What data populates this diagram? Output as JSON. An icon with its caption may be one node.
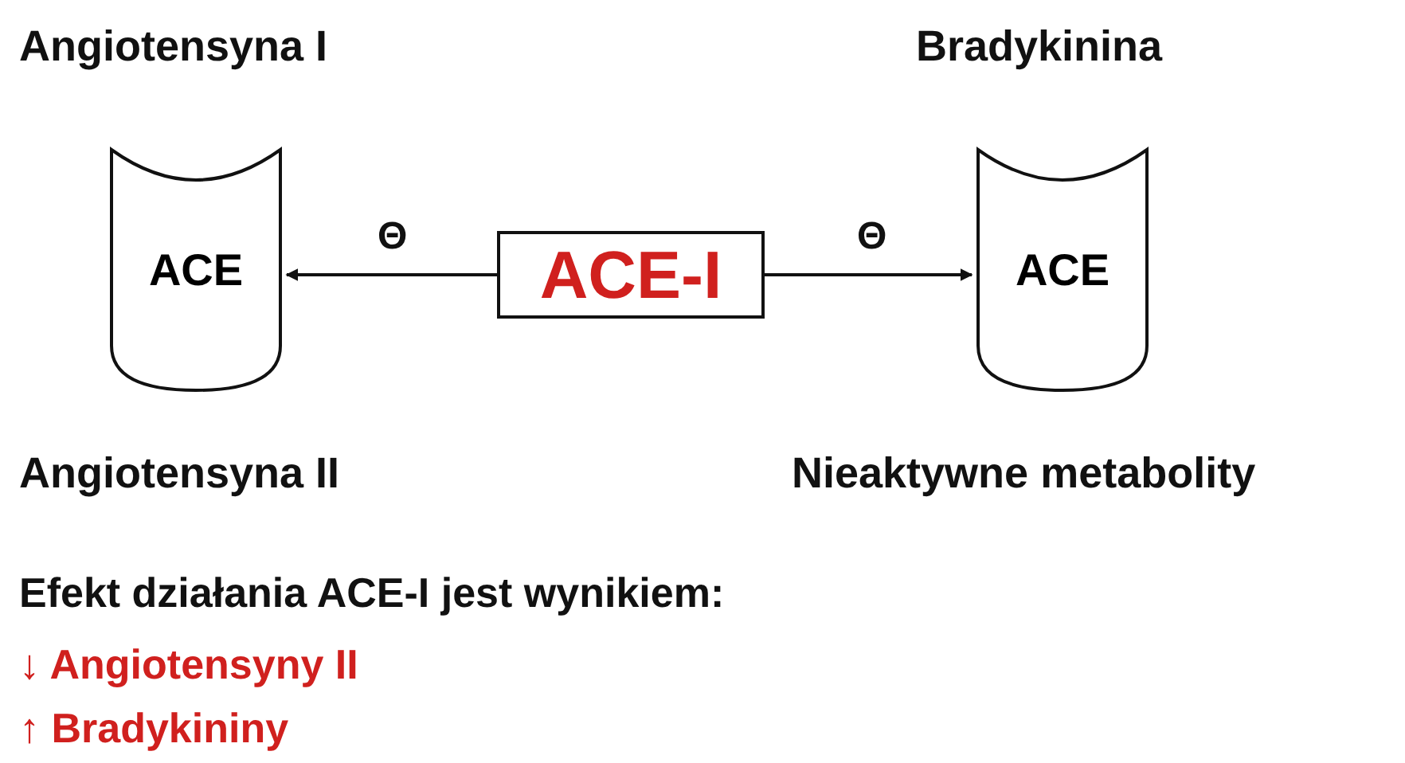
{
  "diagram": {
    "nodes": [
      {
        "text": [
          "ACE"
        ],
        "beside": [
          "Angiotensyna I",
          "Angiotensyna II"
        ]
      },
      {
        "text": [
          "ACE-I"
        ]
      },
      {
        "text": [
          "ACE"
        ],
        "beside": [
          "Bradykinina",
          "Nieaktywne metabolity"
        ]
      }
    ],
    "edges": [
      {
        "from": 1,
        "to": 0,
        "arrow": "to",
        "label": "Θ"
      },
      {
        "from": 1,
        "to": 2,
        "arrow": "to",
        "label": "Θ"
      }
    ],
    "labels": [
      "Efekt działania ACE-I jest wynikiem:",
      "↓ Angiotensyny II",
      "↑ Bradykininy"
    ]
  }
}
